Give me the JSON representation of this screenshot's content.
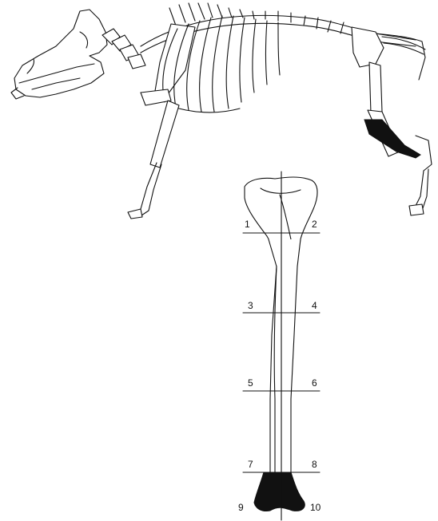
{
  "figure": {
    "section_labels": [
      {
        "id": "1",
        "text": "1"
      },
      {
        "id": "2",
        "text": "2"
      },
      {
        "id": "3",
        "text": "3"
      },
      {
        "id": "4",
        "text": "4"
      },
      {
        "id": "5",
        "text": "5"
      },
      {
        "id": "6",
        "text": "6"
      },
      {
        "id": "7",
        "text": "7"
      },
      {
        "id": "8",
        "text": "8"
      },
      {
        "id": "9",
        "text": "9"
      },
      {
        "id": "10",
        "text": "10"
      }
    ],
    "highlight_color": "#111111",
    "line_color": "#111111",
    "background": "#ffffff"
  }
}
